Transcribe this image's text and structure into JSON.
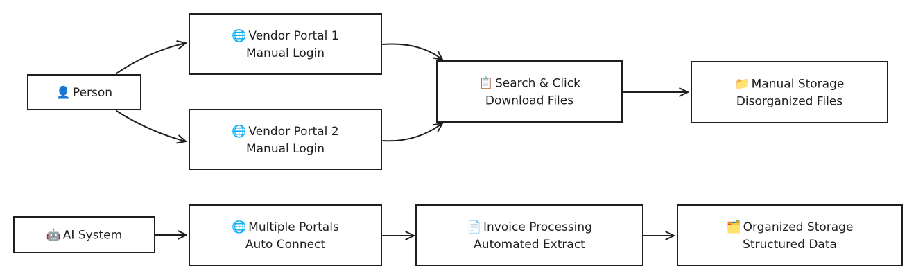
{
  "diagram": {
    "nodes": [
      {
        "id": "person",
        "name": "node-person",
        "icon": "person-icon",
        "glyph": "👤",
        "lines": [
          "Person"
        ]
      },
      {
        "id": "vp1",
        "name": "node-vendor-portal-1",
        "icon": "globe-icon",
        "glyph": "🌐",
        "lines": [
          "Vendor Portal 1",
          "Manual Login"
        ]
      },
      {
        "id": "vp2",
        "name": "node-vendor-portal-2",
        "icon": "globe-icon",
        "glyph": "🌐",
        "lines": [
          "Vendor Portal 2",
          "Manual Login"
        ]
      },
      {
        "id": "search",
        "name": "node-search-download",
        "icon": "clipboard-icon",
        "glyph": "📋",
        "lines": [
          "Search & Click",
          "Download Files"
        ]
      },
      {
        "id": "manual_storage",
        "name": "node-manual-storage",
        "icon": "folder-icon",
        "glyph": "📁",
        "lines": [
          "Manual Storage",
          "Disorganized Files"
        ]
      },
      {
        "id": "ai",
        "name": "node-ai-system",
        "icon": "robot-icon",
        "glyph": "🤖",
        "lines": [
          "AI System"
        ]
      },
      {
        "id": "multi",
        "name": "node-multiple-portals",
        "icon": "globe-icon",
        "glyph": "🌐",
        "lines": [
          "Multiple Portals",
          "Auto Connect"
        ]
      },
      {
        "id": "invoice",
        "name": "node-invoice-processing",
        "icon": "document-icon",
        "glyph": "📄",
        "lines": [
          "Invoice Processing",
          "Automated Extract"
        ]
      },
      {
        "id": "organized",
        "name": "node-organized-storage",
        "icon": "card-index-icon",
        "glyph": "🗂️",
        "lines": [
          "Organized Storage",
          "Structured Data"
        ]
      }
    ],
    "edges": [
      {
        "from": "person",
        "to": "vp1"
      },
      {
        "from": "person",
        "to": "vp2"
      },
      {
        "from": "vp1",
        "to": "search"
      },
      {
        "from": "vp2",
        "to": "search"
      },
      {
        "from": "search",
        "to": "manual_storage"
      },
      {
        "from": "ai",
        "to": "multi"
      },
      {
        "from": "multi",
        "to": "invoice"
      },
      {
        "from": "invoice",
        "to": "organized"
      }
    ]
  }
}
